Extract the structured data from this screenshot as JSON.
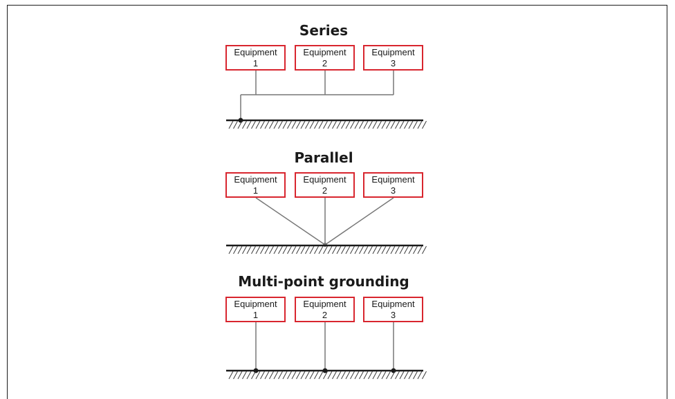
{
  "sections": [
    {
      "title": "Series",
      "type": "series",
      "equipment": [
        {
          "name": "Equipment",
          "number": "1"
        },
        {
          "name": "Equipment",
          "number": "2"
        },
        {
          "name": "Equipment",
          "number": "3"
        }
      ]
    },
    {
      "title": "Parallel",
      "type": "parallel",
      "equipment": [
        {
          "name": "Equipment",
          "number": "1"
        },
        {
          "name": "Equipment",
          "number": "2"
        },
        {
          "name": "Equipment",
          "number": "3"
        }
      ]
    },
    {
      "title": "Multi-point grounding",
      "type": "multipoint",
      "equipment": [
        {
          "name": "Equipment",
          "number": "1"
        },
        {
          "name": "Equipment",
          "number": "2"
        },
        {
          "name": "Equipment",
          "number": "3"
        }
      ]
    }
  ],
  "colors": {
    "box_border": "#d8252e",
    "wire": "#777777",
    "ground": "#1a1a1a",
    "frame": "#1a1a1a"
  }
}
